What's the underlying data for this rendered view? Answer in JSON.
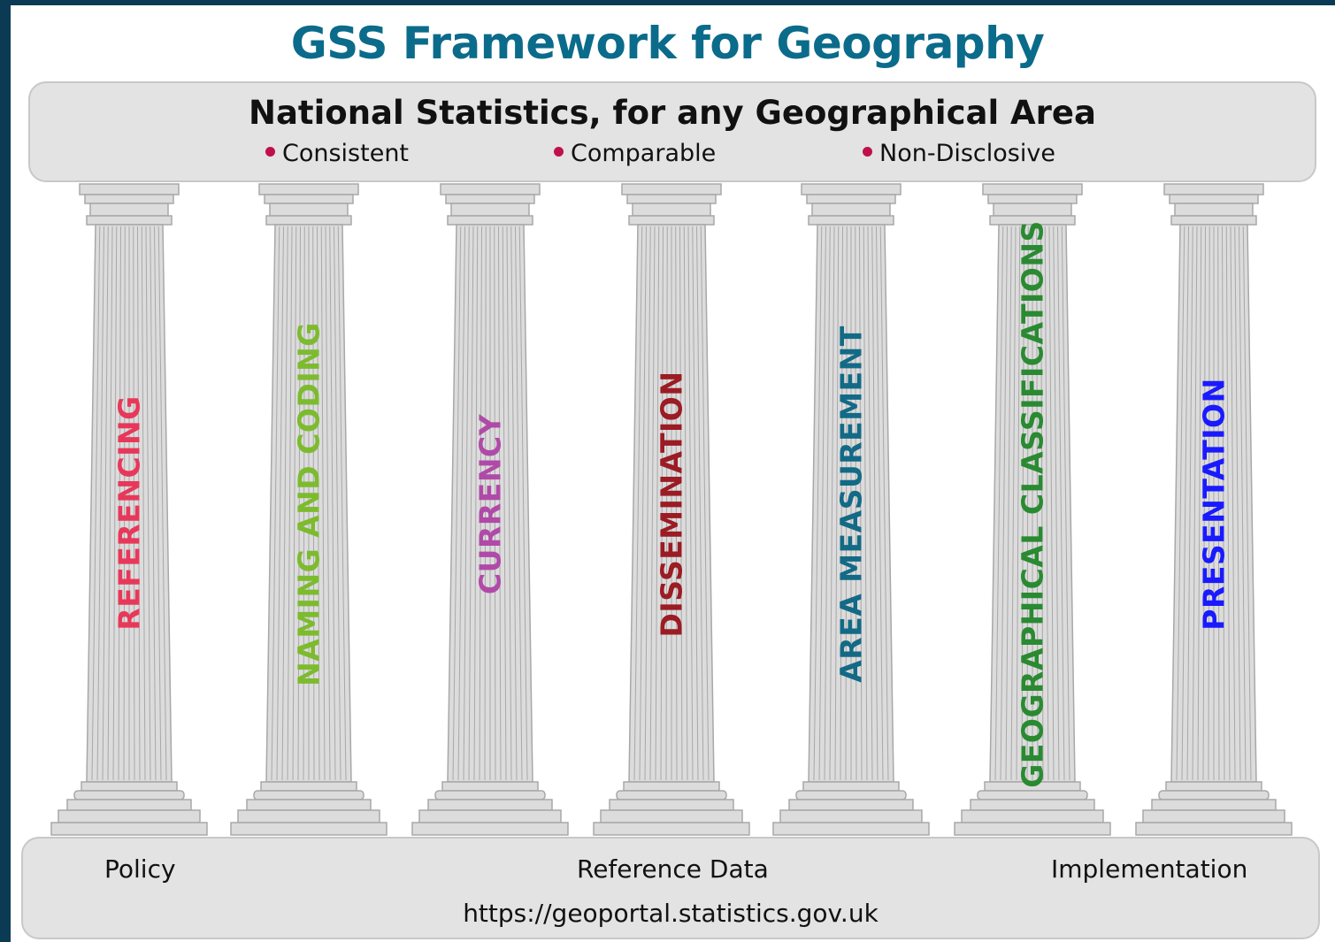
{
  "title": "GSS Framework for Geography",
  "top_panel": {
    "heading": "National Statistics, for any Geographical Area",
    "principles": [
      "Consistent",
      "Comparable",
      "Non-Disclosive"
    ],
    "bullet_color": "#c0104a"
  },
  "pillars": [
    {
      "label": "REFERENCING",
      "color": "#e8385a"
    },
    {
      "label": "NAMING AND CODING",
      "color": "#7dbb2e"
    },
    {
      "label": "CURRENCY",
      "color": "#b04aa8"
    },
    {
      "label": "DISSEMINATION",
      "color": "#9b1c24"
    },
    {
      "label": "AREA MEASUREMENT",
      "color": "#136a86"
    },
    {
      "label": "GEOGRAPHICAL CLASSIFICATIONS",
      "color": "#2a8a32"
    },
    {
      "label": "PRESENTATION",
      "color": "#1a1aff"
    }
  ],
  "base_panel": {
    "items": [
      "Policy",
      "Reference Data",
      "Implementation"
    ],
    "url": "https://geoportal.statistics.gov.uk"
  },
  "colors": {
    "title": "#0b6b8a",
    "frame": "#0b3a55",
    "panel": "#e3e3e3",
    "column_fill": "#dcdcdc",
    "column_lines": "#a8a8a8"
  }
}
